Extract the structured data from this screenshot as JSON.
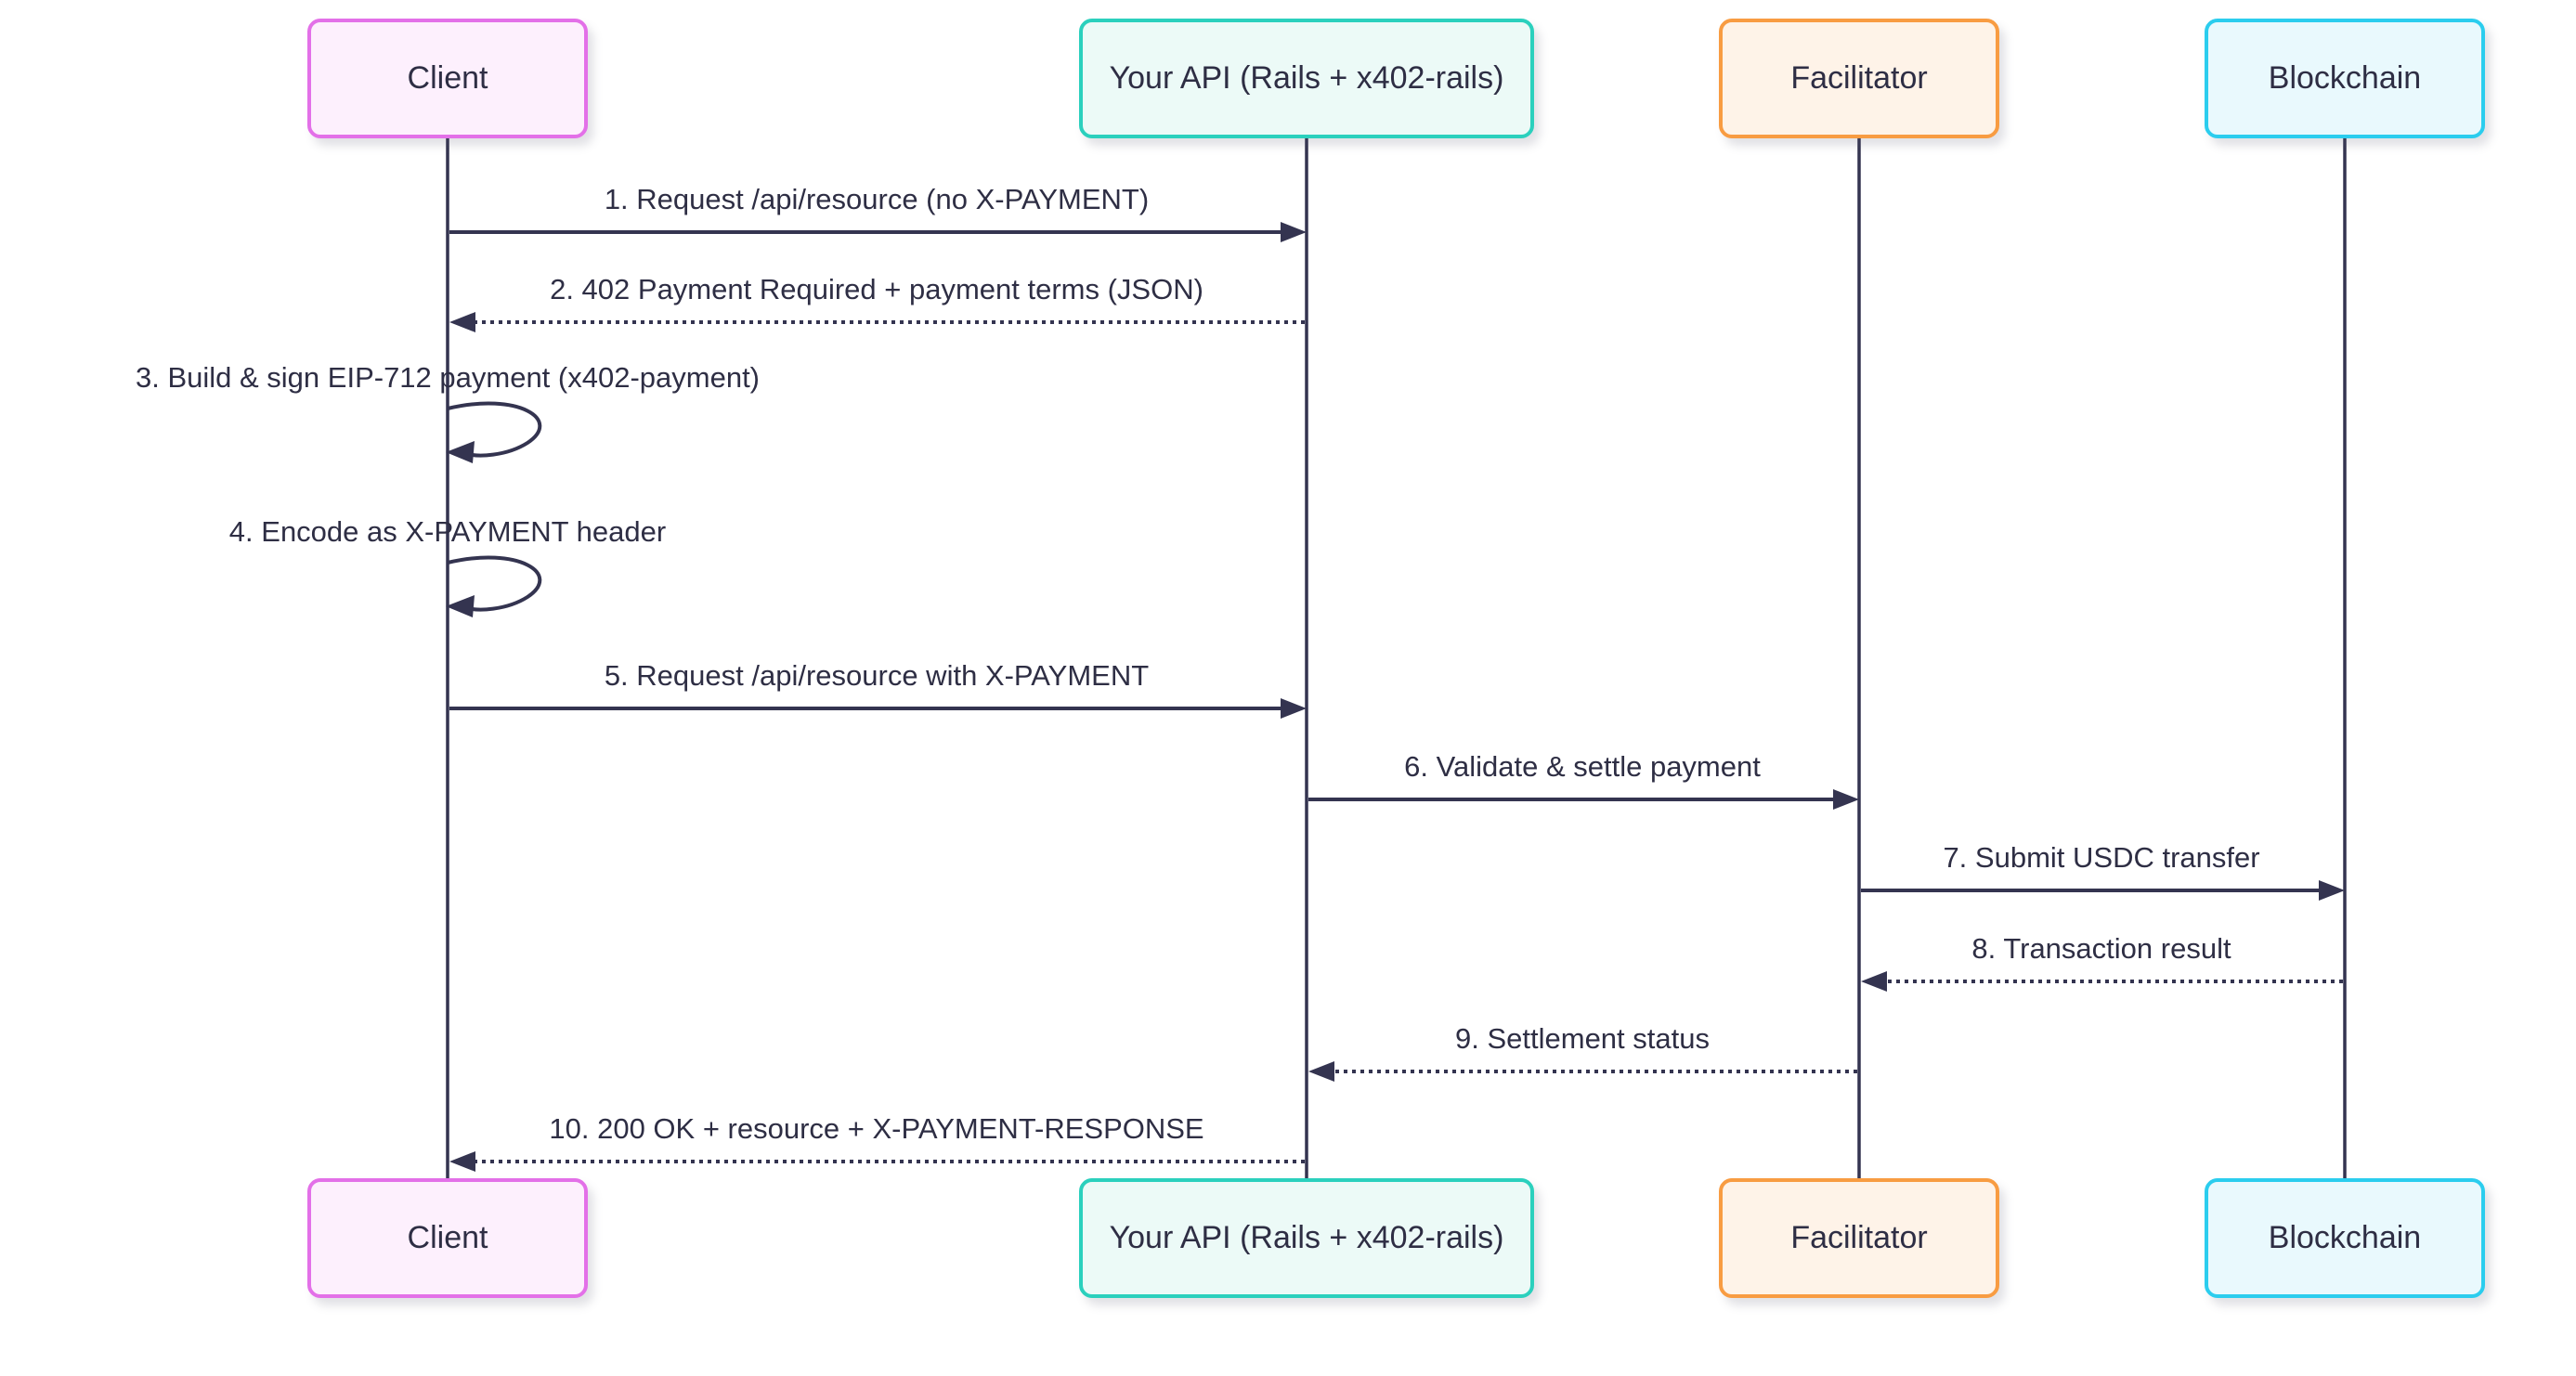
{
  "diagram_type": "sequence-diagram",
  "participants": [
    {
      "name": "Client",
      "border_color": "#e370e8",
      "fill_color": "#fdf0fd"
    },
    {
      "name": "Your API (Rails + x402-rails)",
      "border_color": "#2bd0bd",
      "fill_color": "#ecfaf7"
    },
    {
      "name": "Facilitator",
      "border_color": "#f89c42",
      "fill_color": "#fef3e8"
    },
    {
      "name": "Blockchain",
      "border_color": "#2bcdee",
      "fill_color": "#e9f9fd"
    }
  ],
  "messages": [
    {
      "label": "1. Request /api/resource (no X-PAYMENT)",
      "from": "Client",
      "to": "Your API (Rails + x402-rails)",
      "line": "solid"
    },
    {
      "label": "2. 402 Payment Required + payment terms (JSON)",
      "from": "Your API (Rails + x402-rails)",
      "to": "Client",
      "line": "dotted"
    },
    {
      "label": "3. Build & sign EIP-712 payment (x402-payment)",
      "from": "Client",
      "to": "Client",
      "line": "self"
    },
    {
      "label": "4. Encode as X-PAYMENT header",
      "from": "Client",
      "to": "Client",
      "line": "self"
    },
    {
      "label": "5. Request /api/resource with X-PAYMENT",
      "from": "Client",
      "to": "Your API (Rails + x402-rails)",
      "line": "solid"
    },
    {
      "label": "6. Validate & settle payment",
      "from": "Your API (Rails + x402-rails)",
      "to": "Facilitator",
      "line": "solid"
    },
    {
      "label": "7. Submit USDC transfer",
      "from": "Facilitator",
      "to": "Blockchain",
      "line": "solid"
    },
    {
      "label": "8. Transaction result",
      "from": "Blockchain",
      "to": "Facilitator",
      "line": "dotted"
    },
    {
      "label": "9. Settlement status",
      "from": "Facilitator",
      "to": "Your API (Rails + x402-rails)",
      "line": "dotted"
    },
    {
      "label": "10. 200 OK + resource + X-PAYMENT-RESPONSE",
      "from": "Your API (Rails + x402-rails)",
      "to": "Client",
      "line": "dotted"
    }
  ],
  "colors": {
    "text": "#2e2e44",
    "line": "#343450",
    "background": "#ffffff"
  }
}
